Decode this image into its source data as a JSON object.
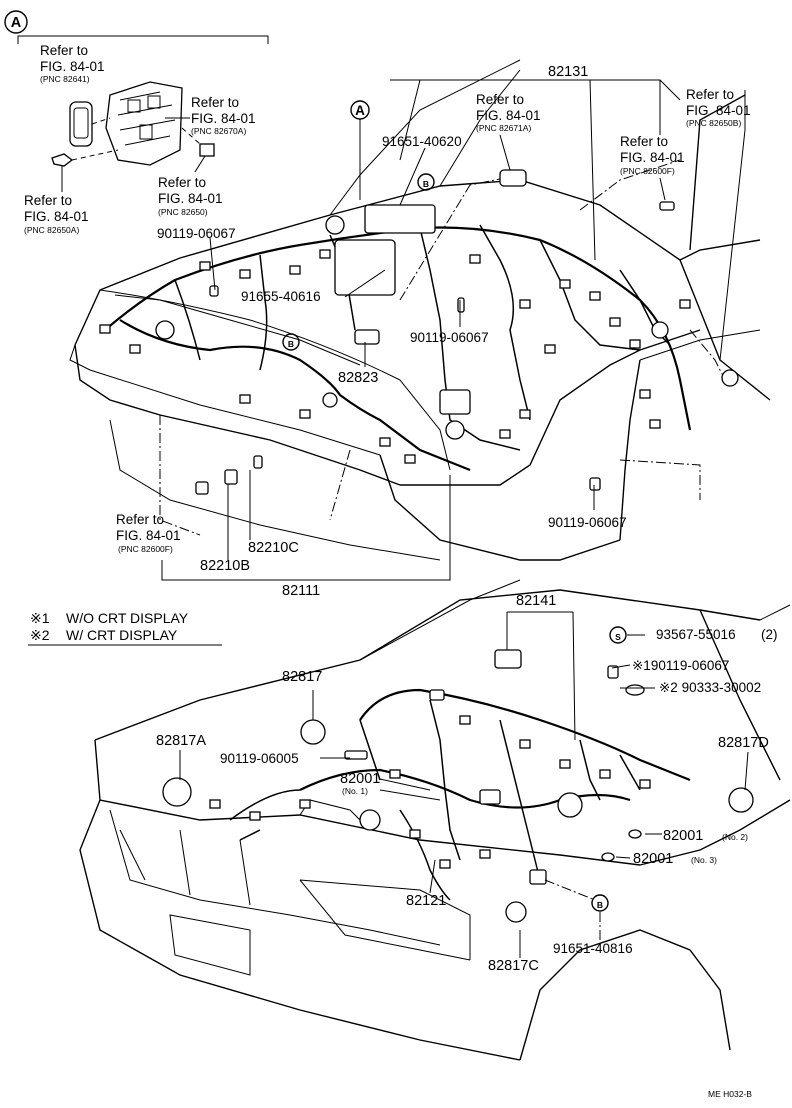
{
  "inset": {
    "badge": "A",
    "refs": [
      {
        "refer": "Refer to",
        "fig": "FIG. 84-01",
        "pnc": "(PNC 82641)"
      },
      {
        "refer": "Refer to",
        "fig": "FIG. 84-01",
        "pnc": "(PNC 82670A)"
      },
      {
        "refer": "Refer to",
        "fig": "FIG. 84-01",
        "pnc": "(PNC 82650)"
      },
      {
        "refer": "Refer to",
        "fig": "FIG. 84-01",
        "pnc": "(PNC 82650A)"
      }
    ]
  },
  "upper": {
    "badge_a": "A",
    "badge_b": "B",
    "refs": [
      {
        "refer": "Refer to",
        "fig": "FIG. 84-01",
        "pnc": "(PNC 82671A)"
      },
      {
        "refer": "Refer to",
        "fig": "FIG. 84-01",
        "pnc": "(PNC 82650B)"
      },
      {
        "refer": "Refer to",
        "fig": "FIG. 84-01",
        "pnc": "(PNC 82600F)"
      },
      {
        "refer": "Refer to",
        "fig": "FIG. 84-01",
        "pnc": "(PNC 82600F)"
      }
    ],
    "parts": {
      "p82131": "82131",
      "p91651_40620": "91651-40620",
      "p90119_06067_a": "90119-06067",
      "p91655_40616": "91655-40616",
      "p90119_06067_b": "90119-06067",
      "p82823": "82823",
      "p90119_06067_c": "90119-06067",
      "p82210C": "82210C",
      "p82210B": "82210B",
      "p82111": "82111"
    }
  },
  "legend": {
    "items": [
      {
        "mark": "※1",
        "text": "W/O  CRT DISPLAY"
      },
      {
        "mark": "※2",
        "text": "W/ CRT DISPLAY"
      }
    ]
  },
  "lower": {
    "badge_s": "S",
    "badge_b": "B",
    "parts": {
      "p82141": "82141",
      "p93567": "93567-55016",
      "p93567_qty": "(2)",
      "p90119_06067": "※190119-06067",
      "p90333": "※2 90333-30002",
      "p82817": "82817",
      "p82817A": "82817A",
      "p82817D": "82817D",
      "p90119_06005": "90119-06005",
      "p82001_1": "82001",
      "p82001_1_no": "(No. 1)",
      "p82001_2": "82001",
      "p82001_2_no": "(No. 2)",
      "p82001_3": "82001",
      "p82001_3_no": "(No. 3)",
      "p82121": "82121",
      "p91651_40816": "91651-40816",
      "p82817C": "82817C"
    }
  },
  "footer": {
    "code": "ME H032-B"
  }
}
